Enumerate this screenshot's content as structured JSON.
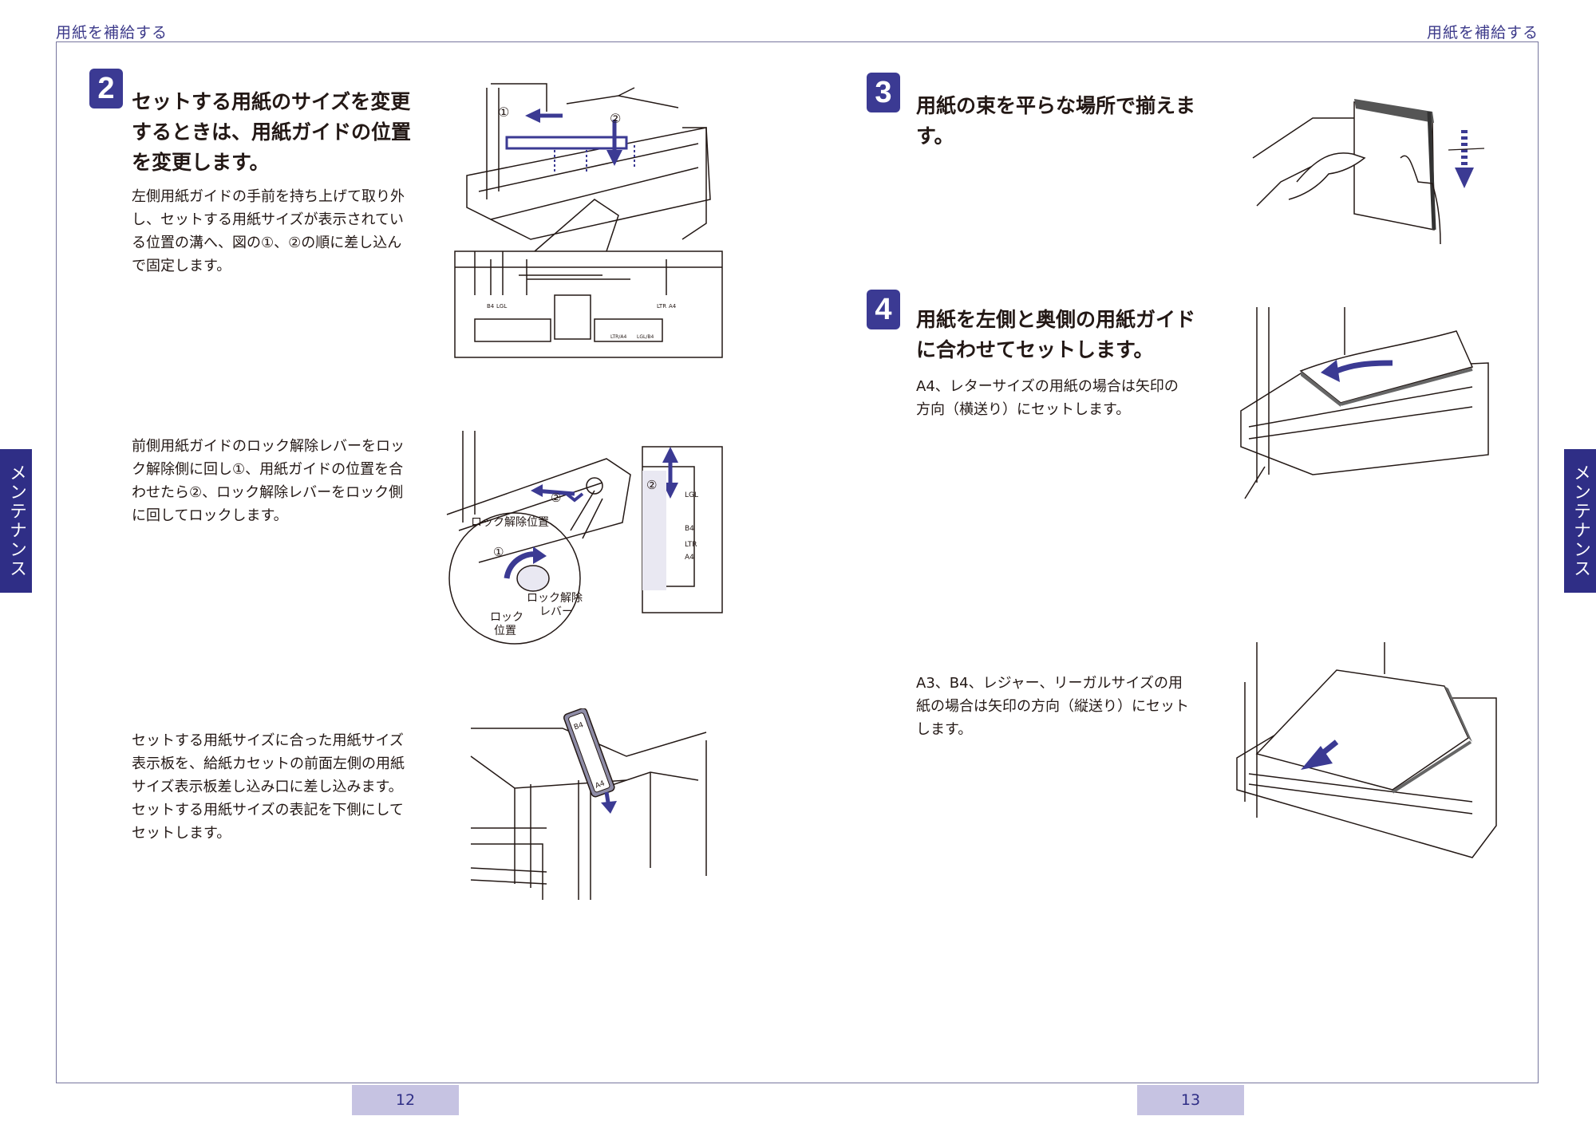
{
  "header": {
    "left": "用紙を補給する",
    "right": "用紙を補給する"
  },
  "side_tab": {
    "left": "メンテナンス",
    "right": "メンテナンス"
  },
  "pages": {
    "left_number": "12",
    "right_number": "13"
  },
  "step2": {
    "number": "2",
    "title": "セットする用紙のサイズを変更するときは、用紙ガイドの位置を変更します。",
    "text1": "左側用紙ガイドの手前を持ち上げて取り外し、セットする用紙サイズが表示されている位置の溝へ、図の①、②の順に差し込んで固定します。",
    "text2": "前側用紙ガイドのロック解除レバーをロック解除側に回し①、用紙ガイドの位置を合わせたら②、ロック解除レバーをロック側に回してロックします。",
    "text3": "セットする用紙サイズに合った用紙サイズ表示板を、給紙カセットの前面左側の用紙サイズ表示板差し込み口に差し込みます。\nセットする用紙サイズの表記を下側にしてセットします。"
  },
  "step3": {
    "number": "3",
    "title": "用紙の束を平らな場所で揃えます。"
  },
  "step4": {
    "number": "4",
    "title": "用紙を左側と奥側の用紙ガイドに合わせてセットします。",
    "text1": "A4、レターサイズの用紙の場合は矢印の方向（横送り）にセットします。",
    "text2": "A3、B4、レジャー、リーガルサイズの用紙の場合は矢印の方向（縦送り）にセットします。"
  },
  "figure_labels": {
    "circle1": "①",
    "circle2": "②",
    "b4": "B4",
    "lgl": "LGL",
    "ltr": "LTR",
    "a4": "A4",
    "ltr_a4": "LTR/A4",
    "lgl_b4": "LGL/B4",
    "lock_release_position": "ロック解除位置",
    "lock_release_lever_1": "ロック解除",
    "lock_release_lever_2": "レバー",
    "lock_position_1": "ロック",
    "lock_position_2": "位置",
    "plate_top": "B4",
    "plate_bottom": "A4"
  },
  "colors": {
    "accent": "#3b3a93",
    "frame": "#77769e",
    "pagenum_bg": "#c6c3e2"
  }
}
